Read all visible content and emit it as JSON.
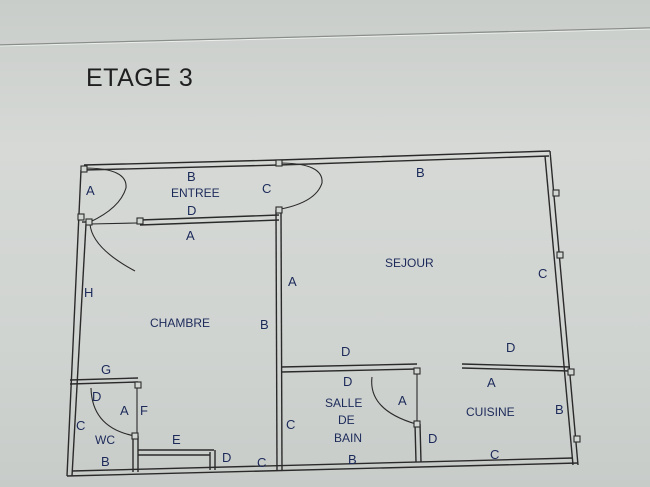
{
  "title": "ETAGE 3",
  "colors": {
    "paper": "#d3d7d4",
    "ink": "#2a2a2a",
    "label": "#1c2a5a"
  },
  "rooms": {
    "entree": "ENTREE",
    "sejour": "SEJOUR",
    "chambre": "CHAMBRE",
    "salle_de_bain": [
      "SALLE",
      "DE",
      "BAIN"
    ],
    "cuisine": "CUISINE",
    "wc": "WC"
  },
  "wall_codes": {
    "entree_door": "A",
    "entree_top": "B",
    "entree_door2": "C",
    "entree_bottom": "D",
    "sejour_top": "B",
    "sejour_right": "C",
    "chambre_top": "A",
    "left_wall": "H",
    "sejour_left": "A",
    "chambre_right": "B",
    "sdb_top": "D",
    "sdb_code_d": "D",
    "sdb_door": "A",
    "sdb_left": "C",
    "sdb_right": "D",
    "sdb_bottom": "B",
    "kitchen_top": "D",
    "kitchen_a": "A",
    "kitchen_right": "B",
    "kitchen_bottom": "C",
    "wc_top": "G",
    "wc_d": "D",
    "wc_a": "A",
    "wc_f": "F",
    "wc_left": "C",
    "wc_bottom": "B",
    "wc_e": "E",
    "wc_d2": "D",
    "chambre_bottom": "C"
  }
}
